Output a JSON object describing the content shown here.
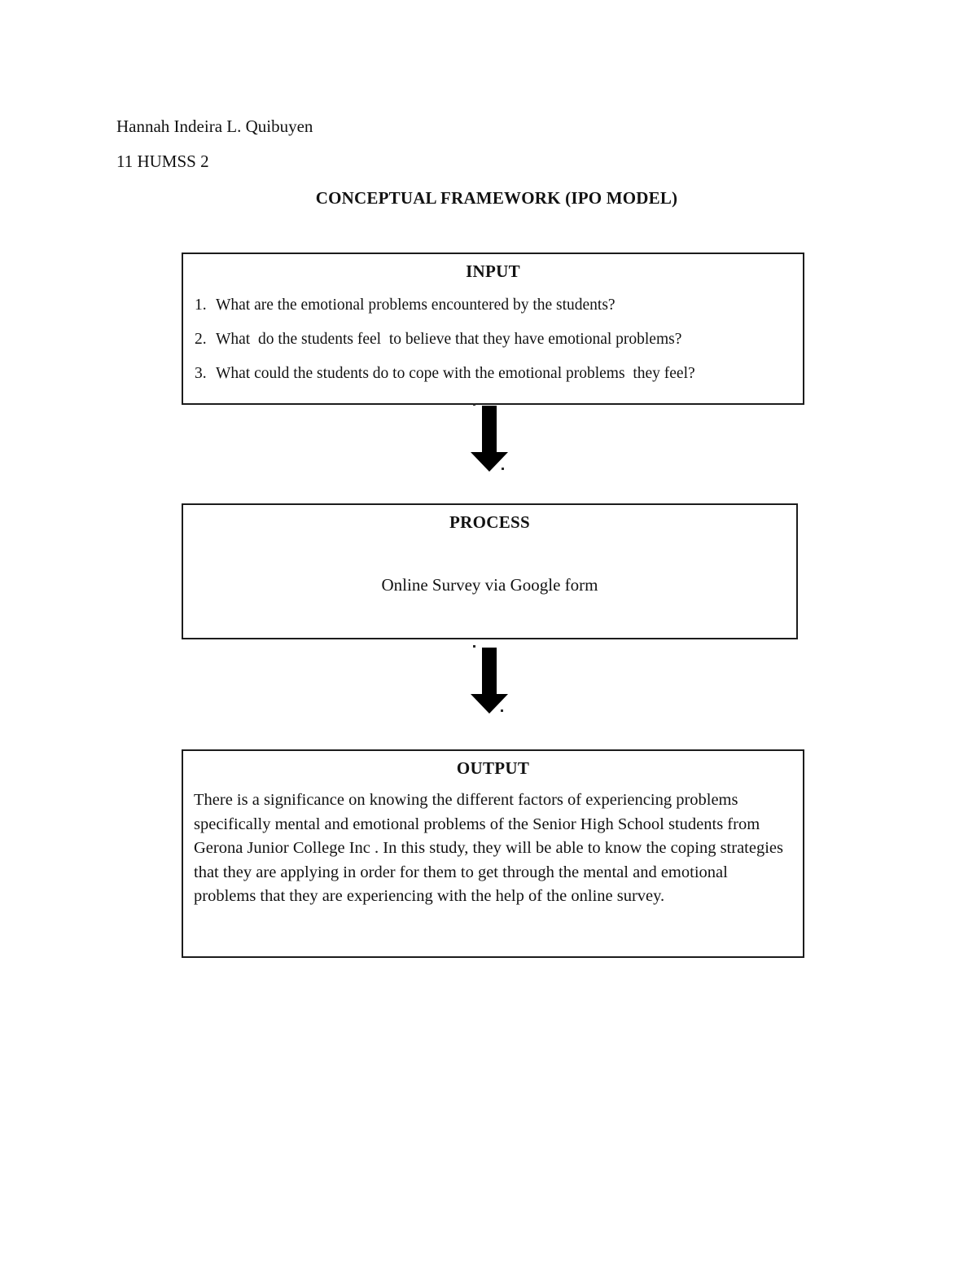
{
  "header": {
    "author": "Hannah Indeira L. Quibuyen",
    "class_section": "11 HUMSS 2",
    "title": "CONCEPTUAL FRAMEWORK (IPO MODEL)"
  },
  "diagram": {
    "input": {
      "heading": "INPUT",
      "items": [
        {
          "number": "1.",
          "text": "What are the emotional problems encountered by the students?"
        },
        {
          "number": "2.",
          "text": "What  do the students feel  to believe that they have emotional problems?"
        },
        {
          "number": "3.",
          "text": "What could the students do to cope with the emotional problems  they feel?"
        }
      ]
    },
    "process": {
      "heading": "PROCESS",
      "body": "Online Survey via Google form"
    },
    "output": {
      "heading": "OUTPUT",
      "body": "There is a significance on knowing the different factors of experiencing problems specifically mental and emotional problems of the Senior High School students from Gerona Junior College Inc . In this study, they will be able to know the coping strategies that they are applying in order for them to get through the mental and emotional problems that they are experiencing with the help of the online survey."
    },
    "arrow_icon": "down-arrow",
    "colors": {
      "background": "#ffffff",
      "text": "#121212",
      "border": "#1c1c1c",
      "arrow": "#000000"
    }
  }
}
